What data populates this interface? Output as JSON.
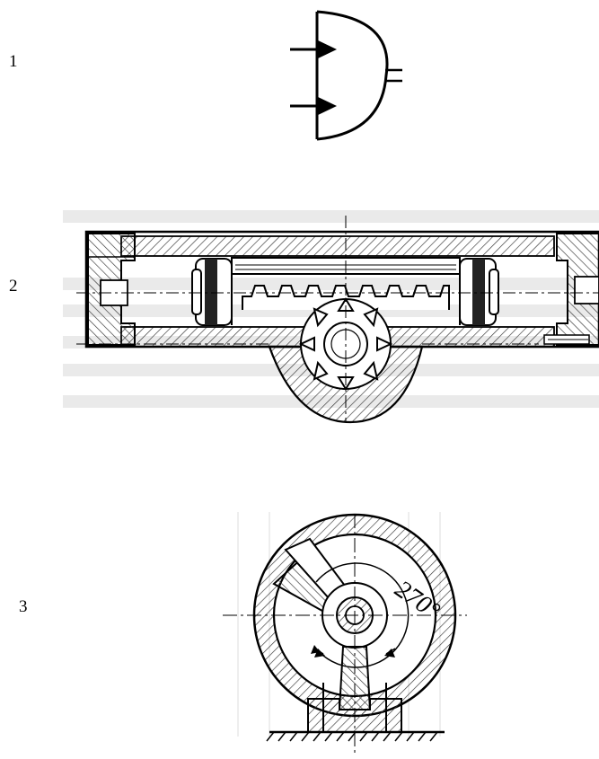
{
  "labels": {
    "item1": "1",
    "item2": "2",
    "item3": "3"
  },
  "figure3": {
    "angle_text": "270°"
  },
  "colors": {
    "ink": "#000000",
    "hatch": "#333333",
    "ghost_text": "#e6e6e6"
  }
}
